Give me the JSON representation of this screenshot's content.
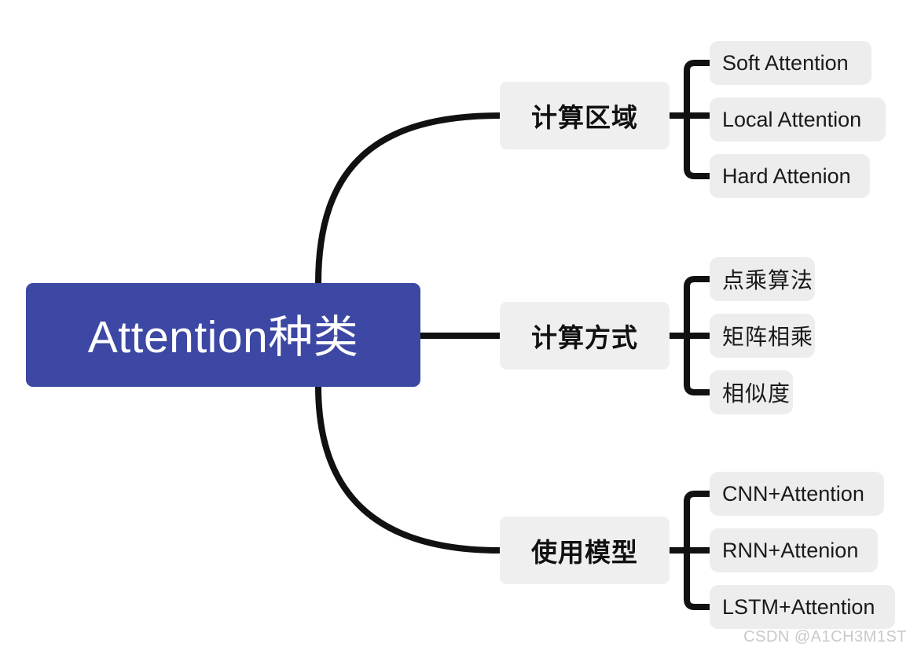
{
  "diagram": {
    "type": "mindmap",
    "root": {
      "label": "Attention种类",
      "color": "#3c48a3",
      "text_color": "#ffffff"
    },
    "branch_color": "#efefef",
    "leaf_color": "#ededed",
    "connector_color": "#111111",
    "branches": [
      {
        "label": "计算区域",
        "leaves": [
          {
            "label": "Soft Attention"
          },
          {
            "label": "Local Attention"
          },
          {
            "label": "Hard Attenion"
          }
        ]
      },
      {
        "label": "计算方式",
        "leaves": [
          {
            "label": "点乘算法"
          },
          {
            "label": "矩阵相乘"
          },
          {
            "label": "相似度"
          }
        ]
      },
      {
        "label": "使用模型",
        "leaves": [
          {
            "label": "CNN+Attention"
          },
          {
            "label": "RNN+Attenion"
          },
          {
            "label": "LSTM+Attention"
          }
        ]
      }
    ]
  },
  "watermark": {
    "text": "CSDN @A1CH3M1ST"
  }
}
